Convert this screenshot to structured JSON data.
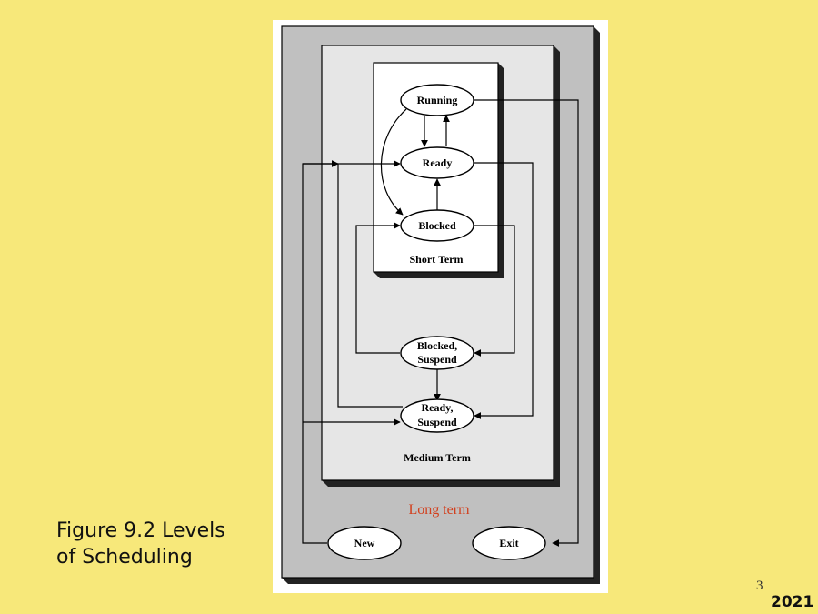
{
  "slide": {
    "caption_line1": "Figure 9.2 Levels",
    "caption_line2": "of Scheduling",
    "page_number": "3",
    "year": "2021"
  },
  "diagram": {
    "short_term_label": "Short Term",
    "medium_term_label": "Medium Term",
    "long_term_label": "Long term",
    "states": {
      "running": "Running",
      "ready": "Ready",
      "blocked": "Blocked",
      "blocked_suspend_1": "Blocked,",
      "blocked_suspend_2": "Suspend",
      "ready_suspend_1": "Ready,",
      "ready_suspend_2": "Suspend",
      "new": "New",
      "exit": "Exit"
    },
    "colors": {
      "outer_frame": "#c0c0c0",
      "inner_frame": "#e6e6e6",
      "short_term_frame": "#ffffff",
      "long_term_text": "#d2401e",
      "background": "#f7e87a"
    }
  }
}
